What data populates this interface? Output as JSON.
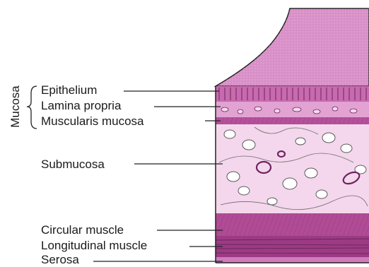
{
  "labels": {
    "group": "Mucosa",
    "epithelium": "Epithelium",
    "lamina_propria": "Lamina propria",
    "muscularis_mucosa": "Muscularis mucosa",
    "submucosa": "Submucosa",
    "circular_muscle": "Circular muscle",
    "longitudinal_muscle": "Longitudinal muscle",
    "serosa": "Serosa"
  },
  "colors": {
    "lumen": "#d98fc8",
    "epithelium": "#c86aae",
    "lamina_propria": "#e2a3d3",
    "muscularis_mucosa": "#b5509a",
    "submucosa": "#f4d7ec",
    "circular_muscle": "#b04b95",
    "longitudinal_muscle": "#9c3b84",
    "serosa": "#d07bbd",
    "line": "#222222"
  }
}
